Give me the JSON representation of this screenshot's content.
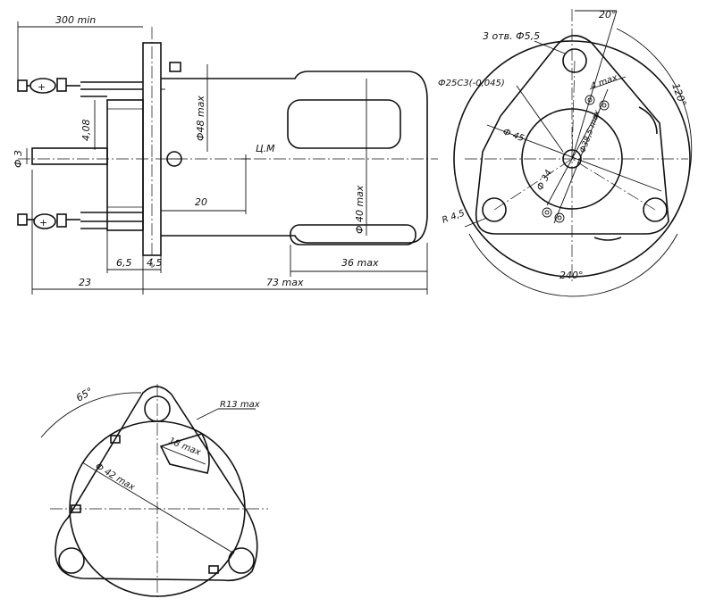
{
  "side_view": {
    "dim_lead_length": "300 min",
    "dim_body_diameter": "Ф48 max",
    "dim_height_4_08": "4,08",
    "dim_shaft_diameter": "Ф 3",
    "label_center_of_mass": "Ц.М",
    "dim_20": "20",
    "dim_max_diameter": "Ф 40 max",
    "dim_6_5": "6,5",
    "dim_4_5": "4,5",
    "dim_36": "36 max",
    "dim_23": "23",
    "dim_73": "73 max"
  },
  "end_view": {
    "holes_label": "3 отв. Ф5,5",
    "spigot_label": "Ф25C3(-0,045)",
    "angle_20": "20°",
    "dim_4max": "4 max",
    "angle_120": "120°",
    "dim_phi45": "Ф 45",
    "dim_phi38": "Ф38,5 max",
    "dim_phi34": "Ф 34",
    "radius_label": "R 4,5",
    "angle_240": "240°"
  },
  "rear_view": {
    "angle_65": "65°",
    "radius_label": "R13 max",
    "dim_18": "18 max",
    "dim_phi42": "Ф 42 max"
  }
}
